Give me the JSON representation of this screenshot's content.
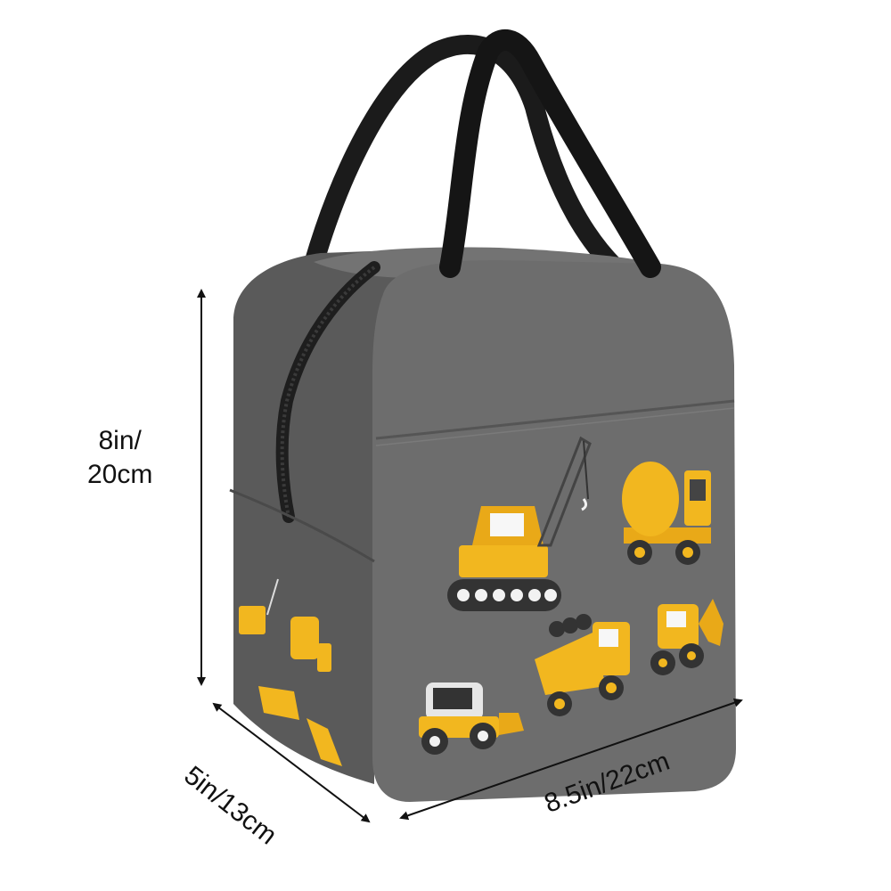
{
  "product": {
    "type": "insulated lunch bag",
    "body_color": "#6b6b6b",
    "handle_color": "#1a1a1a",
    "print_color": "#f2b71f",
    "print_theme": "construction vehicles",
    "vehicles": [
      "crawler-crane",
      "cement-mixer",
      "dump-truck",
      "bulldozer",
      "excavator"
    ]
  },
  "dimensions": {
    "height_line1": "8in/",
    "height_line2": "20cm",
    "depth": "5in/13cm",
    "width": "8.5in/22cm"
  }
}
